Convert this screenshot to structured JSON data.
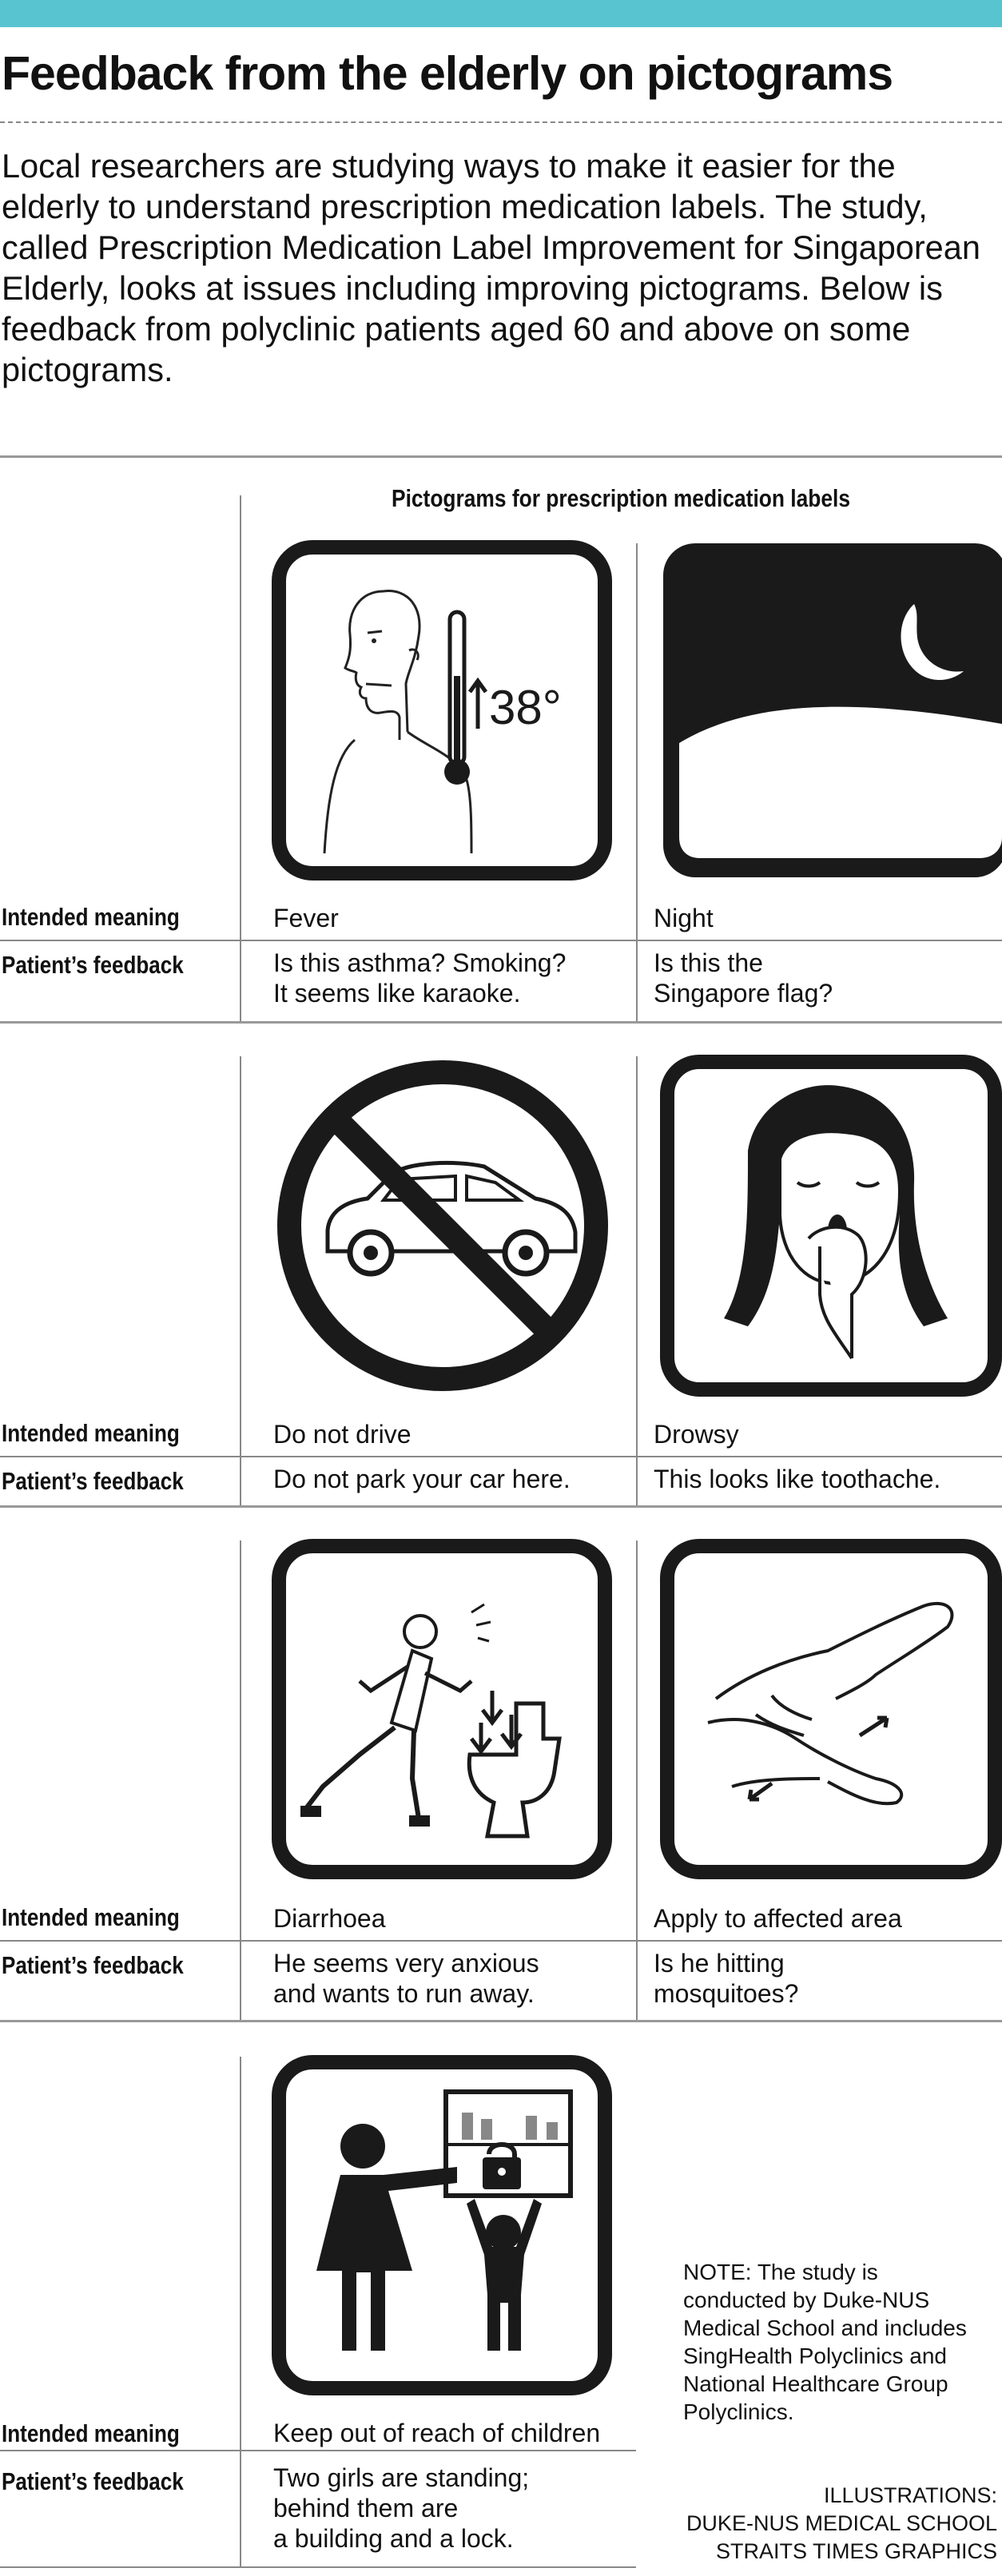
{
  "header": {
    "title": "Feedback from the elderly on pictograms",
    "intro": "Local researchers are studying ways to make it easier for the elderly to understand prescription medication labels. The study, called Prescription Medication Label Improvement for Singaporean Elderly, looks at issues including improving pictograms. Below is feedback from polyclinic patients aged 60 and above on some pictograms."
  },
  "table": {
    "column_heading": "Pictograms for prescription medication labels",
    "row_labels": {
      "meaning": "Intended meaning",
      "feedback": "Patient’s feedback"
    },
    "pictograms": [
      {
        "icon": "fever-thermometer-icon",
        "meaning": "Fever",
        "feedback": [
          "Is this asthma? Smoking?",
          "It seems like karaoke."
        ]
      },
      {
        "icon": "night-moon-icon",
        "meaning": "Night",
        "feedback": [
          "Is this the",
          "Singapore flag?"
        ]
      },
      {
        "icon": "no-driving-icon",
        "meaning": "Do not drive",
        "feedback": [
          "Do not park your car here."
        ]
      },
      {
        "icon": "drowsy-yawn-icon",
        "meaning": "Drowsy",
        "feedback": [
          "This looks like toothache."
        ]
      },
      {
        "icon": "diarrhoea-runner-toilet-icon",
        "meaning": "Diarrhoea",
        "feedback": [
          "He seems very anxious",
          "and wants to run away."
        ]
      },
      {
        "icon": "apply-to-area-hands-icon",
        "meaning": "Apply to affected area",
        "feedback": [
          "Is he hitting",
          "mosquitoes?"
        ]
      },
      {
        "icon": "keep-from-children-lock-icon",
        "meaning": "Keep out of reach of children",
        "feedback": [
          "Two girls are standing;",
          "behind them are",
          "a building and a lock."
        ]
      }
    ]
  },
  "note": "NOTE: The study is conducted by Duke-NUS Medical School and includes SingHealth Polyclinics and National Healthcare Group Polyclinics.",
  "credits": [
    "ILLUSTRATIONS:",
    "DUKE-NUS MEDICAL SCHOOL",
    "STRAITS TIMES GRAPHICS"
  ],
  "colors": {
    "accent_bar": "#58c4cf",
    "pictogram_dark": "#1a1a1a",
    "rule": "#999999"
  }
}
